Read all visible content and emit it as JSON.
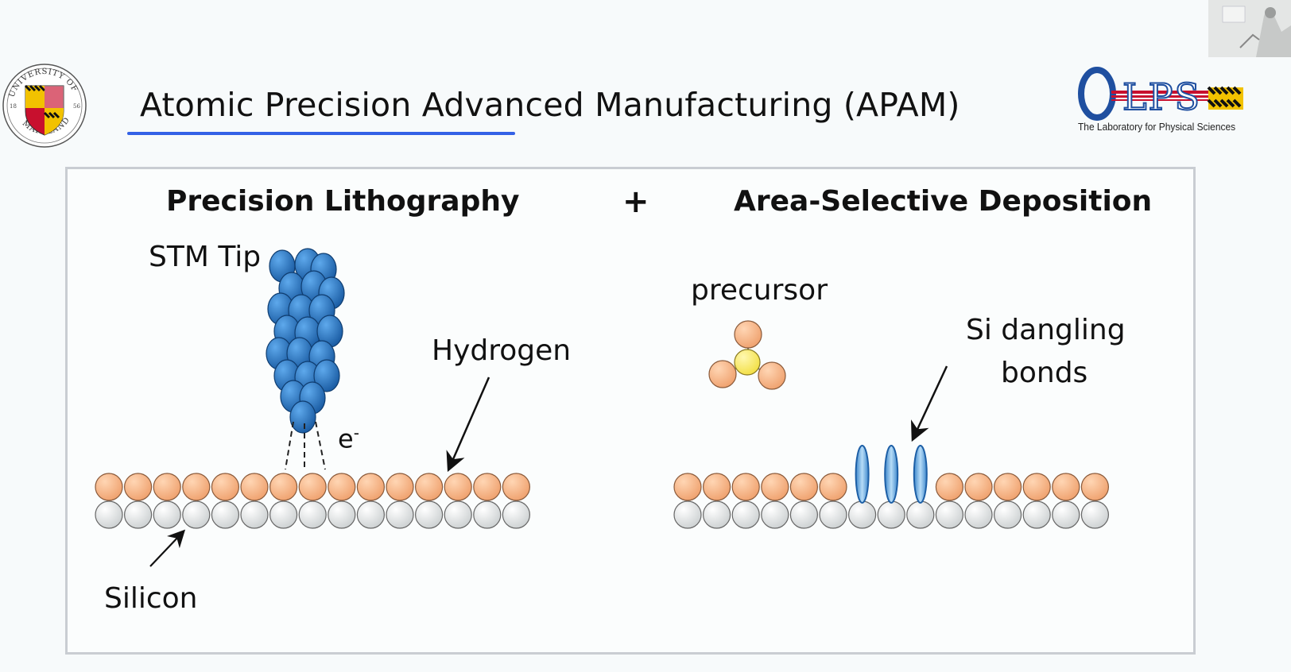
{
  "slide": {
    "title": "Atomic Precision Advanced Manufacturing (APAM)"
  },
  "logos": {
    "university_seal_text": "UNIVERSITY OF MARYLAND",
    "seal_year_left": "18",
    "seal_year_right": "56",
    "lps_letters": "LPS",
    "lps_subtitle": "The Laboratory for Physical Sciences"
  },
  "left_panel": {
    "heading": "Precision Lithography",
    "stm_tip_label": "STM Tip",
    "hydrogen_label": "Hydrogen",
    "electron_label": "e",
    "electron_sup": "-",
    "silicon_label": "Silicon"
  },
  "plus_sign": "+",
  "right_panel": {
    "heading": "Area-Selective Deposition",
    "precursor_label": "precursor",
    "dangling_bonds_line1": "Si dangling",
    "dangling_bonds_line2": "bonds"
  },
  "colors": {
    "title_underline": "#3461e6",
    "hydrogen_atom": "#f0a472",
    "silicon_atom": "#f1f3f3",
    "stm_tip_atom": "#2f7bc8",
    "precursor_center": "#f3e04a",
    "dangling_bond": "#79b8e8",
    "panel_border": "#c9cdd2"
  }
}
